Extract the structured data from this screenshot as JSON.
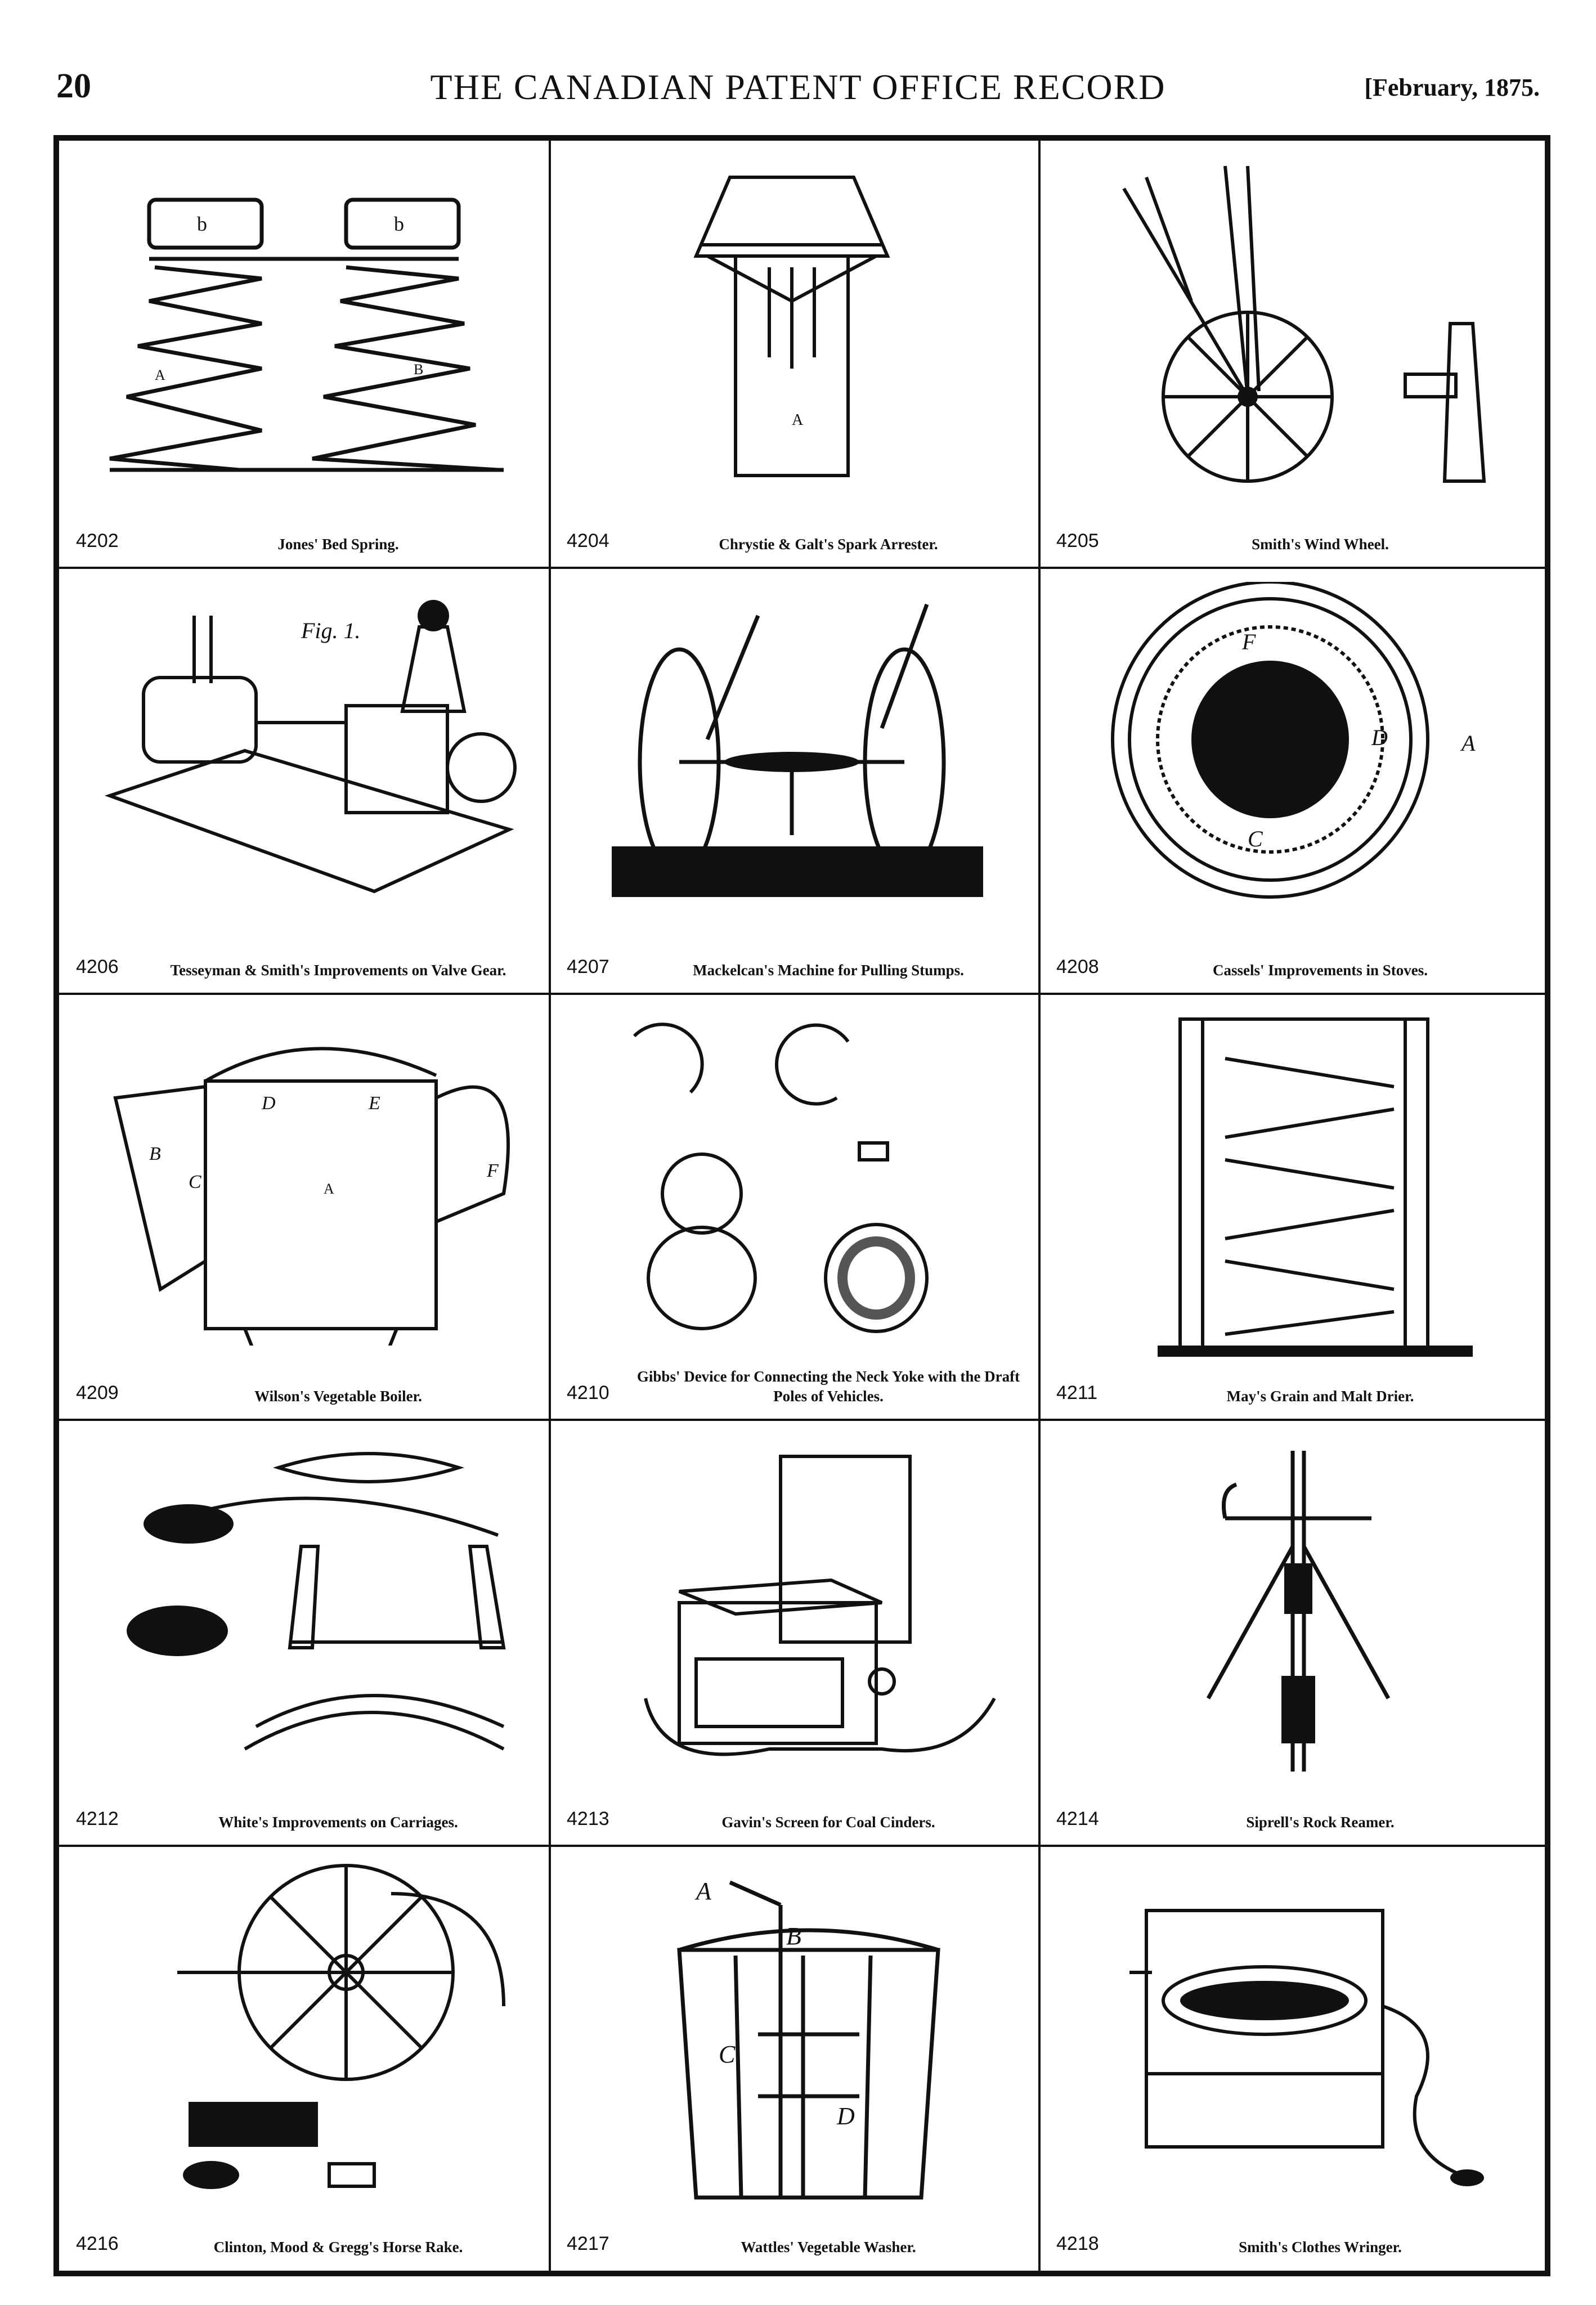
{
  "header": {
    "page_number": "20",
    "title": "THE CANADIAN PATENT OFFICE RECORD",
    "date": "[February, 1875."
  },
  "patents": [
    {
      "number": "4202",
      "caption": "Jones' Bed Spring."
    },
    {
      "number": "4204",
      "caption": "Chrystie & Galt's Spark Arrester."
    },
    {
      "number": "4205",
      "caption": "Smith's Wind Wheel."
    },
    {
      "number": "4206",
      "caption": "Tesseyman & Smith's Improvements on Valve Gear."
    },
    {
      "number": "4207",
      "caption": "Mackelcan's Machine for Pulling Stumps."
    },
    {
      "number": "4208",
      "caption": "Cassels' Improvements in Stoves."
    },
    {
      "number": "4209",
      "caption": "Wilson's Vegetable Boiler."
    },
    {
      "number": "4210",
      "caption": "Gibbs' Device for Connecting the Neck Yoke with the Draft Poles of Vehicles."
    },
    {
      "number": "4211",
      "caption": "May's Grain and Malt Drier."
    },
    {
      "number": "4212",
      "caption": "White's Improvements on Carriages."
    },
    {
      "number": "4213",
      "caption": "Gavin's Screen for Coal Cinders."
    },
    {
      "number": "4214",
      "caption": "Siprell's Rock Reamer."
    },
    {
      "number": "4216",
      "caption": "Clinton, Mood & Gregg's Horse Rake."
    },
    {
      "number": "4217",
      "caption": "Wattles' Vegetable Washer."
    },
    {
      "number": "4218",
      "caption": "Smith's Clothes Wringer."
    }
  ],
  "figure_labels": {
    "bed_spring": {
      "b1": "b",
      "b2": "b",
      "a": "A",
      "b": "B"
    },
    "spark_arrester": {
      "a": "A"
    },
    "stove": {
      "a": "A",
      "c": "C",
      "d": "D",
      "f": "F"
    },
    "boiler": {
      "a": "A",
      "b": "B",
      "c": "C",
      "d": "D",
      "e": "E",
      "f": "F"
    },
    "valve_gear": {
      "fig": "Fig. 1."
    },
    "washer": {
      "a": "A",
      "b": "B",
      "c": "C",
      "d": "D"
    }
  }
}
